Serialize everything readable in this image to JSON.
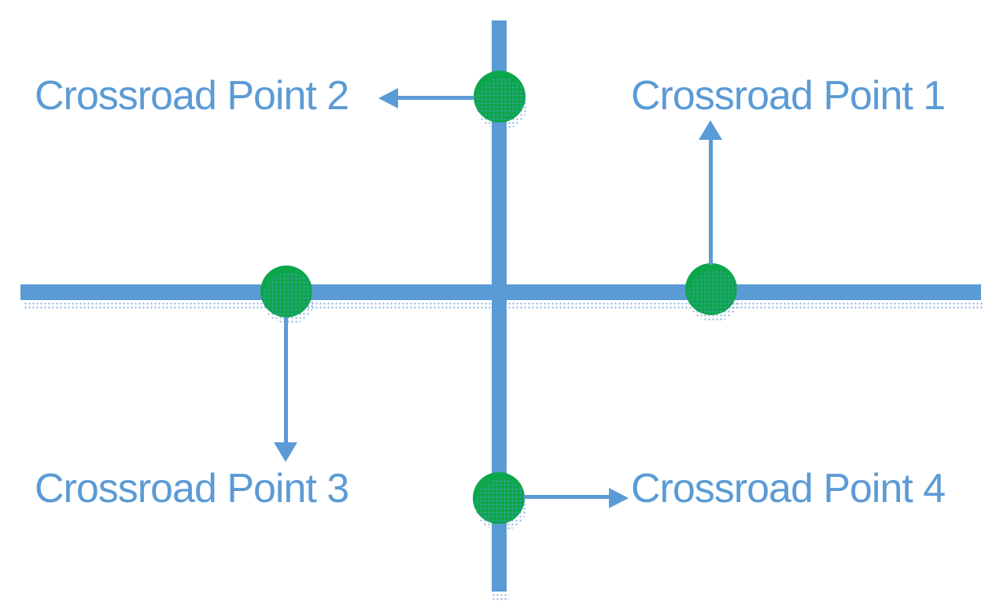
{
  "slide": {
    "description": "Crossroad diagram with four labeled crossroad points",
    "background": "#FFFFFF"
  },
  "colors": {
    "road_blue": "#5B9BD5",
    "marker_green": "#0CA64B",
    "label_blue": "#5B9BD5"
  },
  "points": [
    {
      "id": 1,
      "label": "Crossroad Point 1"
    },
    {
      "id": 2,
      "label": "Crossroad Point 2"
    },
    {
      "id": 3,
      "label": "Crossroad Point 3"
    },
    {
      "id": 4,
      "label": "Crossroad Point 4"
    }
  ]
}
